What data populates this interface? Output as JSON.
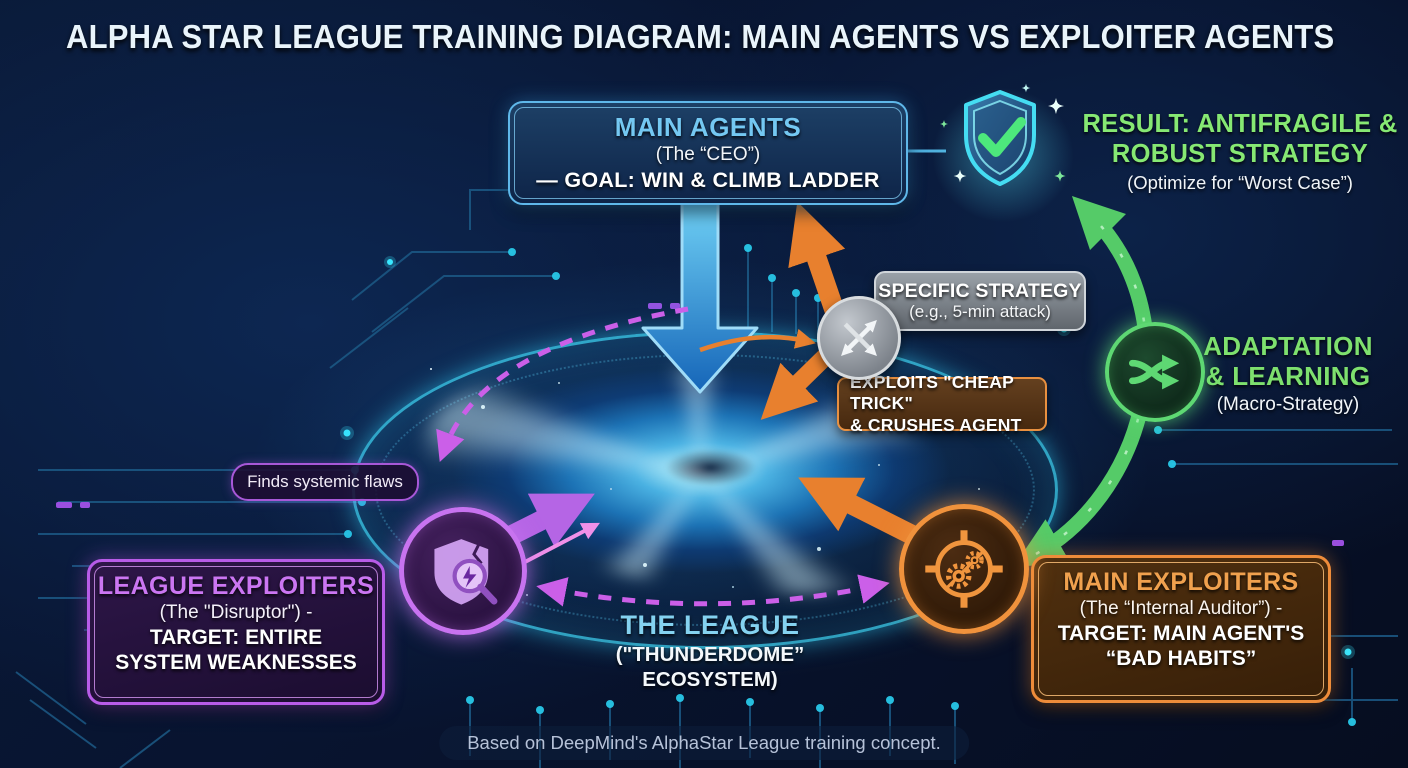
{
  "title": "ALPHA STAR LEAGUE TRAINING DIAGRAM: MAIN AGENTS VS EXPLOITER AGENTS",
  "footer": "Based on DeepMind's AlphaStar League training concept.",
  "nodes": {
    "main_agents": {
      "heading": "MAIN AGENTS",
      "subtitle": "(The “CEO”)",
      "goal": "— GOAL: WIN & CLIMB LADDER"
    },
    "league_exploiters": {
      "heading": "LEAGUE EXPLOITERS",
      "subtitle": "(The \"Disruptor\") -",
      "target": "TARGET: ENTIRE SYSTEM WEAKNESSES"
    },
    "main_exploiters": {
      "heading": "MAIN EXPLOITERS",
      "subtitle": "(The “Internal Auditor”) -",
      "target": "TARGET: MAIN AGENT'S “BAD HABITS”"
    },
    "the_league": {
      "heading": "THE LEAGUE",
      "subtitle": "(\"THUNDERDOME” ECOSYSTEM)"
    }
  },
  "labels": {
    "result": {
      "heading": "RESULT: ANTIFRAGILE & ROBUST STRATEGY",
      "subtitle": "(Optimize for “Worst Case”)"
    },
    "adaptation": {
      "heading": "ADAPTATION & LEARNING",
      "subtitle": "(Macro-Strategy)"
    },
    "specific_strategy": {
      "heading": "SPECIFIC STRATEGY",
      "subtitle": "(e.g., 5-min attack)"
    },
    "exploits": {
      "line1": "EXPLOITS \"CHEAP TRICK\"",
      "line2": "& CRUSHES AGENT"
    },
    "finds_flaws": "Finds systemic flaws"
  },
  "icons": {
    "verified": "shield-check-icon",
    "strategy_swap": "crossed-arrows-icon",
    "adaptation": "shuffle-icon",
    "league_exploiter": "broken-shield-magnifier-icon",
    "main_exploiter": "target-gears-icon"
  },
  "colors": {
    "background": "#081731",
    "blue_accent": "#74c8f2",
    "green_accent": "#7ee06e",
    "orange_accent": "#ee8c3a",
    "purple_accent": "#c873f0",
    "magenta_dashed": "#cb5fe8",
    "cyan_ring": "#3ed6f5",
    "gray_box": "#9aa1a8"
  }
}
